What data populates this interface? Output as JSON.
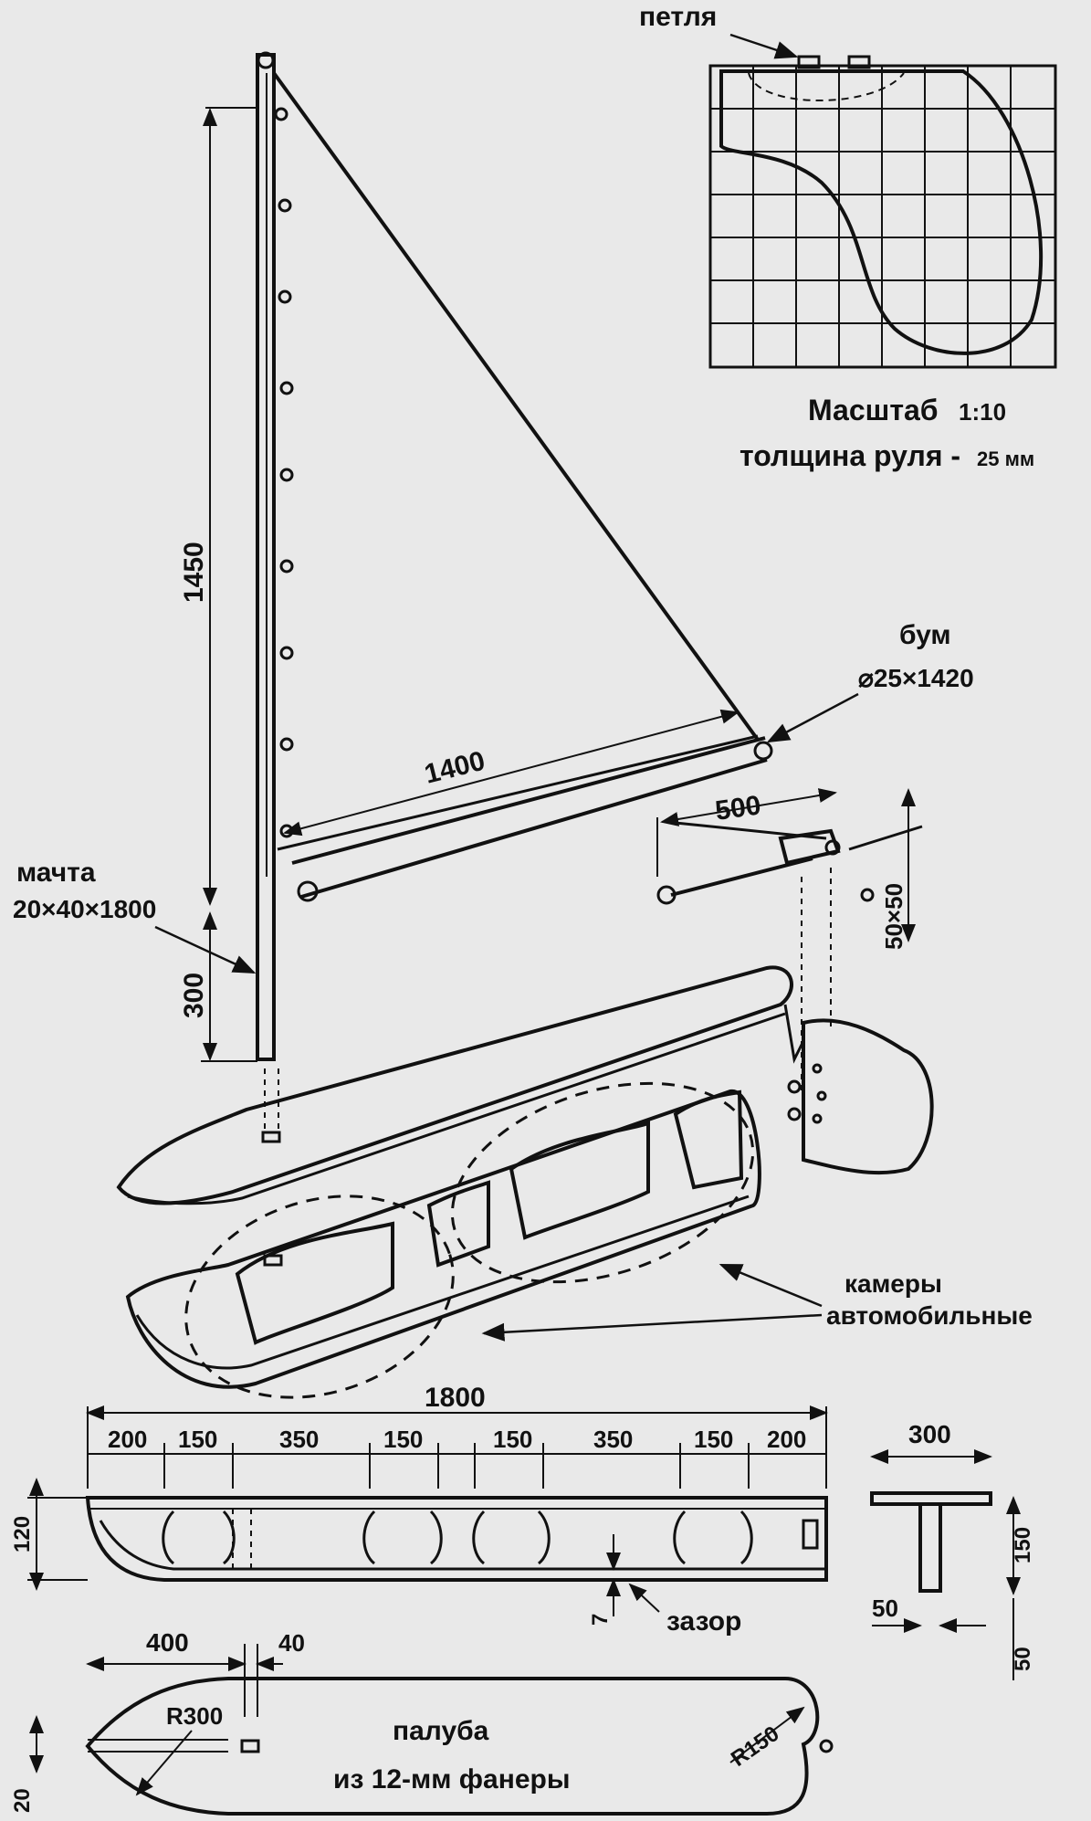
{
  "rudder": {
    "loop_label": "петля",
    "scale_label": "Масштаб",
    "scale_value": "1:10",
    "thickness_label": "толщина руля -",
    "thickness_value": "25 мм"
  },
  "mast": {
    "height_above": "1450",
    "height_below": "300",
    "label": "мачта",
    "size": "20×40×1800"
  },
  "boom": {
    "label": "бум",
    "size": "⌀25×1420",
    "length": "1400"
  },
  "tiller": {
    "length": "500",
    "fitting": "50×50"
  },
  "chambers": {
    "label_line1": "камеры",
    "label_line2": "автомобильные"
  },
  "side_view": {
    "total": "1800",
    "segments": [
      "200",
      "150",
      "350",
      "150",
      "150",
      "350",
      "150",
      "200"
    ],
    "height": "120",
    "gap_value": "7",
    "gap_label": "зазор"
  },
  "section": {
    "width": "300",
    "height": "150",
    "bottom": "50",
    "bottom_right": "50"
  },
  "deck": {
    "offset": "400",
    "slot": "40",
    "r_nose": "R300",
    "r_tail": "R150",
    "label_line1": "палуба",
    "label_line2": "из 12-мм фанеры",
    "edge": "20"
  }
}
